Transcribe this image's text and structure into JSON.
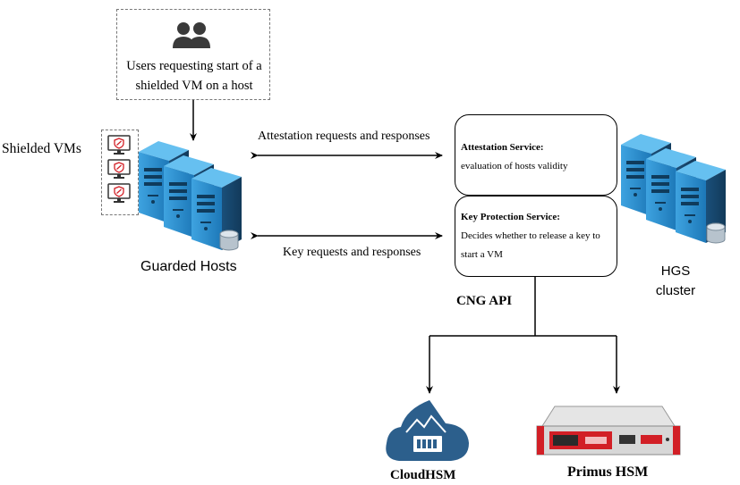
{
  "users_box": {
    "text_line1": "Users requesting start of a",
    "text_line2": "shielded VM on a host"
  },
  "shielded_vms": {
    "label": "Shielded VMs"
  },
  "guarded_hosts": {
    "label": "Guarded Hosts"
  },
  "hgs": {
    "label_line1": "HGS",
    "label_line2": "cluster"
  },
  "edges": {
    "attestation": "Attestation requests and responses",
    "key": "Key requests and responses",
    "cng": "CNG API"
  },
  "attestation_service": {
    "title": "Attestation Service:",
    "desc": "evaluation of hosts validity"
  },
  "key_protection_service": {
    "title": "Key Protection Service:",
    "desc_line1": "Decides whether to release a key to",
    "desc_line2": "start a VM"
  },
  "cloudhsm": {
    "label": "CloudHSM"
  },
  "primus": {
    "label": "Primus HSM"
  },
  "colors": {
    "server_blue": "#2f8fd0",
    "server_dark": "#1f5f90",
    "cloud_blue": "#2c5f8c",
    "primus_red": "#d21f26"
  }
}
